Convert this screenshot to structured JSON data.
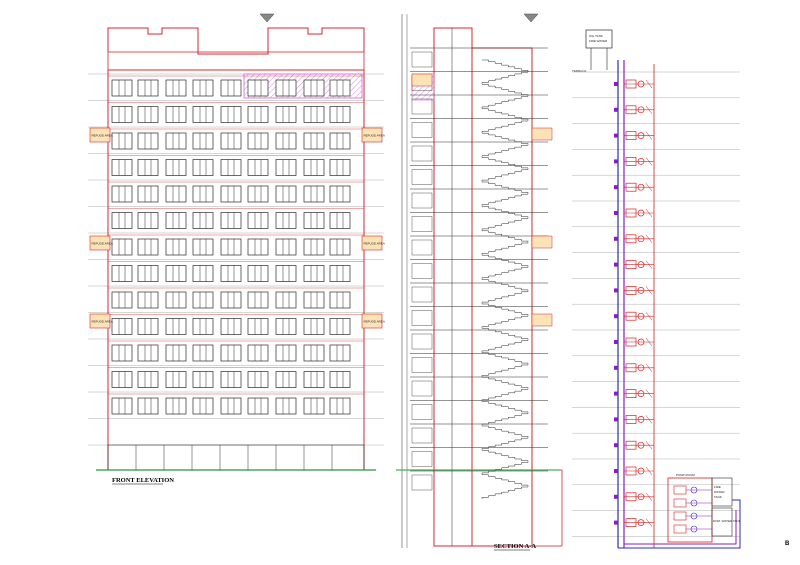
{
  "labels": {
    "front_elevation": "FRONT ELEVATION",
    "section": "SECTION A-A",
    "refuge_area": "REFUGE AREA",
    "tank_label_1": "O/H TANK",
    "tank_label_2": "FIRE WATER",
    "terrace": "TERRACE",
    "pump_room": "PUMP ROOM",
    "fire_water_tank_1": "FIRE",
    "fire_water_tank_2": "WATER",
    "fire_water_tank_3": "TANK",
    "domestic_water_tank": "DOM. WATER TANK",
    "sheet_id": "B"
  },
  "colors": {
    "outline": "#e0232b",
    "dark_line": "#2b2b2b",
    "refuge_fill": "#fbe3b6",
    "hatch": "#d667d6",
    "pipe_blue": "#2a2ad0",
    "pipe_purple": "#8a1cc4",
    "pipe_red": "#e01b1b",
    "ground_green": "#1f9a3a"
  }
}
